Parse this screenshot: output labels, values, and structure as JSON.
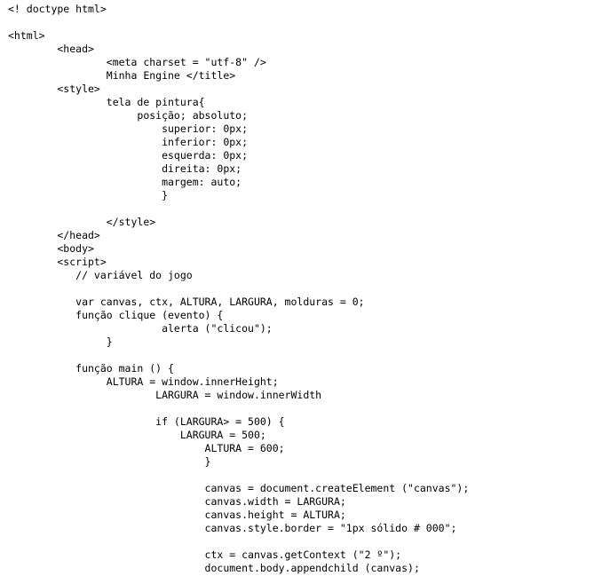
{
  "editor": {
    "text_color": "#000000",
    "background_color": "#ffffff",
    "lines": [
      "<! doctype html>",
      "",
      "<html>",
      "        <head>",
      "                <meta charset = \"utf-8\" />",
      "                Minha Engine </title>",
      "        <style>",
      "                tela de pintura{",
      "                     posição; absoluto;",
      "                         superior: 0px;",
      "                         inferior: 0px;",
      "                         esquerda: 0px;",
      "                         direita: 0px;",
      "                         margem: auto;",
      "                         }",
      "",
      "                </style>",
      "        </head>",
      "        <body>",
      "        <script>",
      "           // variável do jogo",
      "",
      "           var canvas, ctx, ALTURA, LARGURA, molduras = 0;",
      "           função clique (evento) {",
      "                         alerta (\"clicou\");",
      "                }",
      "",
      "           função main () {",
      "                ALTURA = window.innerHeight;",
      "                        LARGURA = window.innerWidth",
      "",
      "                        if (LARGURA> = 500) {",
      "                            LARGURA = 500;",
      "                                ALTURA = 600;",
      "                                }",
      "",
      "                                canvas = document.createElement (\"canvas\");",
      "                                canvas.width = LARGURA;",
      "                                canvas.height = ALTURA;",
      "                                canvas.style.border = \"1px sólido # 000\";",
      "",
      "                                ctx = canvas.getContext (\"2 º\");",
      "                                document.body.appendchild (canvas);"
    ]
  }
}
